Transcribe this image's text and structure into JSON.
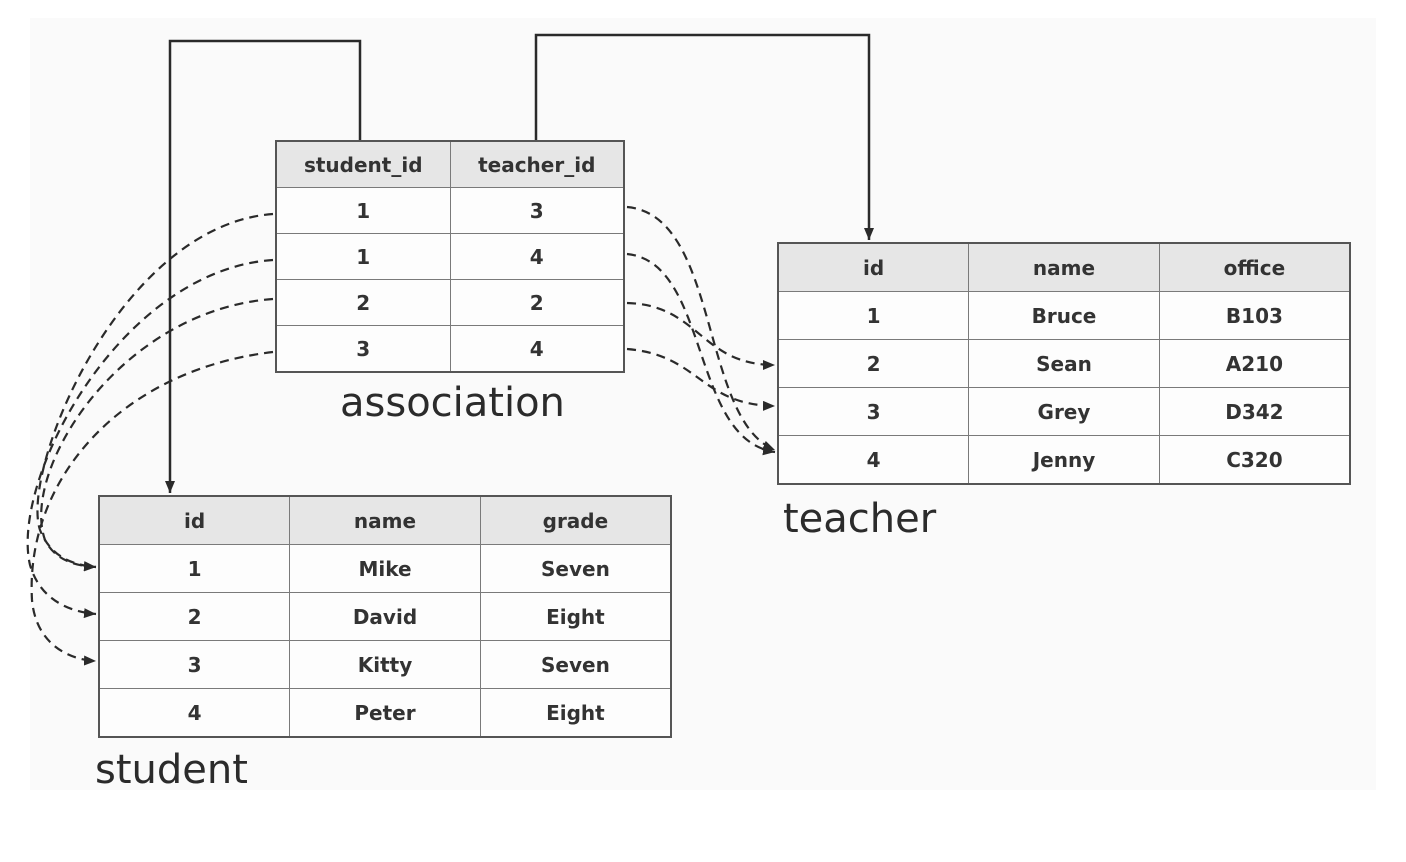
{
  "association": {
    "caption": "association",
    "columns": [
      "student_id",
      "teacher_id"
    ],
    "rows": [
      [
        "1",
        "3"
      ],
      [
        "1",
        "4"
      ],
      [
        "2",
        "2"
      ],
      [
        "3",
        "4"
      ]
    ]
  },
  "teacher": {
    "caption": "teacher",
    "columns": [
      "id",
      "name",
      "office"
    ],
    "rows": [
      [
        "1",
        "Bruce",
        "B103"
      ],
      [
        "2",
        "Sean",
        "A210"
      ],
      [
        "3",
        "Grey",
        "D342"
      ],
      [
        "4",
        "Jenny",
        "C320"
      ]
    ]
  },
  "student": {
    "caption": "student",
    "columns": [
      "id",
      "name",
      "grade"
    ],
    "rows": [
      [
        "1",
        "Mike",
        "Seven"
      ],
      [
        "2",
        "David",
        "Eight"
      ],
      [
        "3",
        "Kitty",
        "Seven"
      ],
      [
        "4",
        "Peter",
        "Eight"
      ]
    ]
  },
  "colors": {
    "line": "#2a2a2a",
    "header_fill": "#e6e6e6",
    "border": "#555555"
  }
}
